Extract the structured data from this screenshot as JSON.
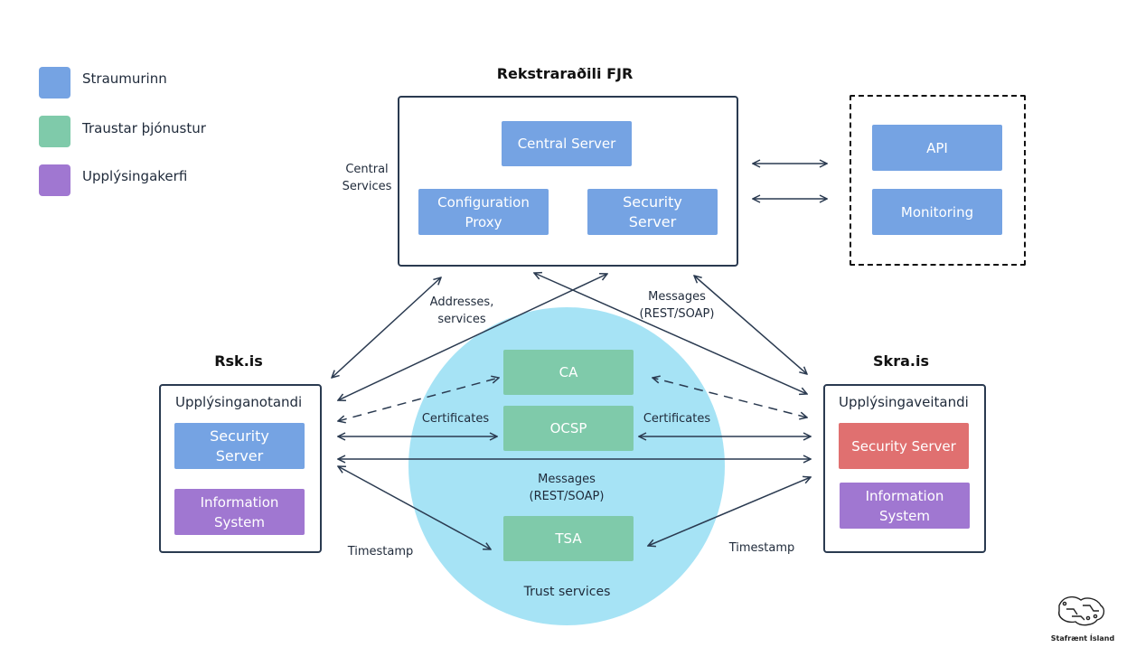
{
  "legend": [
    {
      "label": "Straumurinn",
      "color": "#75a3e3"
    },
    {
      "label": "Traustar þjónustur",
      "color": "#7fcaaa"
    },
    {
      "label": "Upplýsingakerfi",
      "color": "#a077d1"
    }
  ],
  "operator": {
    "title": "Rekstraraðili FJR",
    "side_label": "Central\nServices",
    "central_server": "Central Server",
    "configuration_proxy": "Configuration\nProxy",
    "security_server": "Security\nServer"
  },
  "external": {
    "api": "API",
    "monitoring": "Monitoring"
  },
  "left_member": {
    "title": "Rsk.is",
    "role": "Upplýsinganotandi",
    "security_server": "Security\nServer",
    "information_system": "Information\nSystem"
  },
  "right_member": {
    "title": "Skra.is",
    "role": "Upplýsingaveitandi",
    "security_server": "Security Server",
    "information_system": "Information\nSystem"
  },
  "trust": {
    "ca": "CA",
    "ocsp": "OCSP",
    "tsa": "TSA",
    "label": "Trust services"
  },
  "edge_labels": {
    "addresses": "Addresses,\nservices",
    "messages_top": "Messages\n(REST/SOAP)",
    "certificates_left": "Certificates",
    "certificates_right": "Certificates",
    "messages_mid": "Messages\n(REST/SOAP)",
    "timestamp_left": "Timestamp",
    "timestamp_right": "Timestamp"
  },
  "logo": {
    "text": "Stafrænt Ísland",
    "icon": "stafraent-island-logo-icon"
  }
}
